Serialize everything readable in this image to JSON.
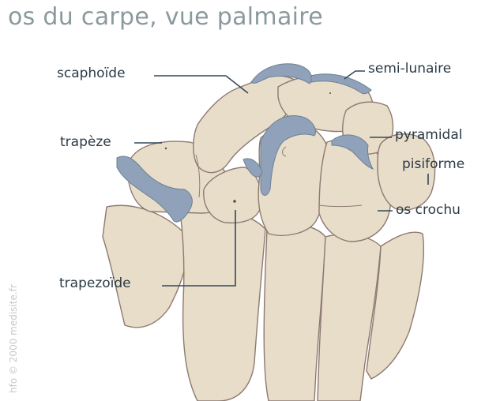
{
  "title": "os du carpe, vue palmaire",
  "credit": "hfo © 2000 medisite.fr",
  "labels": {
    "scaphoide": "scaphoïde",
    "semi_lunaire": "semi-lunaire",
    "pyramidal": "pyramidal",
    "trapeze": "trapèze",
    "pisiforme": "pisiforme",
    "os_crochu": "os crochu",
    "trapezoide": "trapezoïde"
  },
  "colors": {
    "bone_fill": "#e8ddc9",
    "bone_stroke": "#8e7a72",
    "cartilage": "#8fa2b9",
    "leader_line": "#33485a",
    "label_text": "#2a3a46",
    "title_text": "#8a9a9c"
  }
}
